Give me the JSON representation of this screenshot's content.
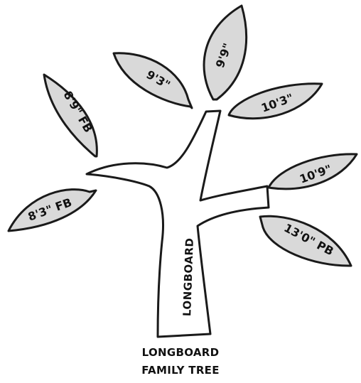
{
  "trunk_label": "LONGBOARD",
  "leaves": [
    {
      "id": "8-9-fb",
      "label": "8'9\" FB"
    },
    {
      "id": "8-3-fb",
      "label": "8'3\" FB"
    },
    {
      "id": "9-3",
      "label": "9'3\""
    },
    {
      "id": "9-9",
      "label": "9'9\""
    },
    {
      "id": "10-3",
      "label": "10'3\""
    },
    {
      "id": "10-9",
      "label": "10'9\""
    },
    {
      "id": "13-0-pb",
      "label": "13'0\" PB"
    }
  ],
  "caption": {
    "line1": "LONGBOARD",
    "line2": "FAMILY TREE"
  }
}
